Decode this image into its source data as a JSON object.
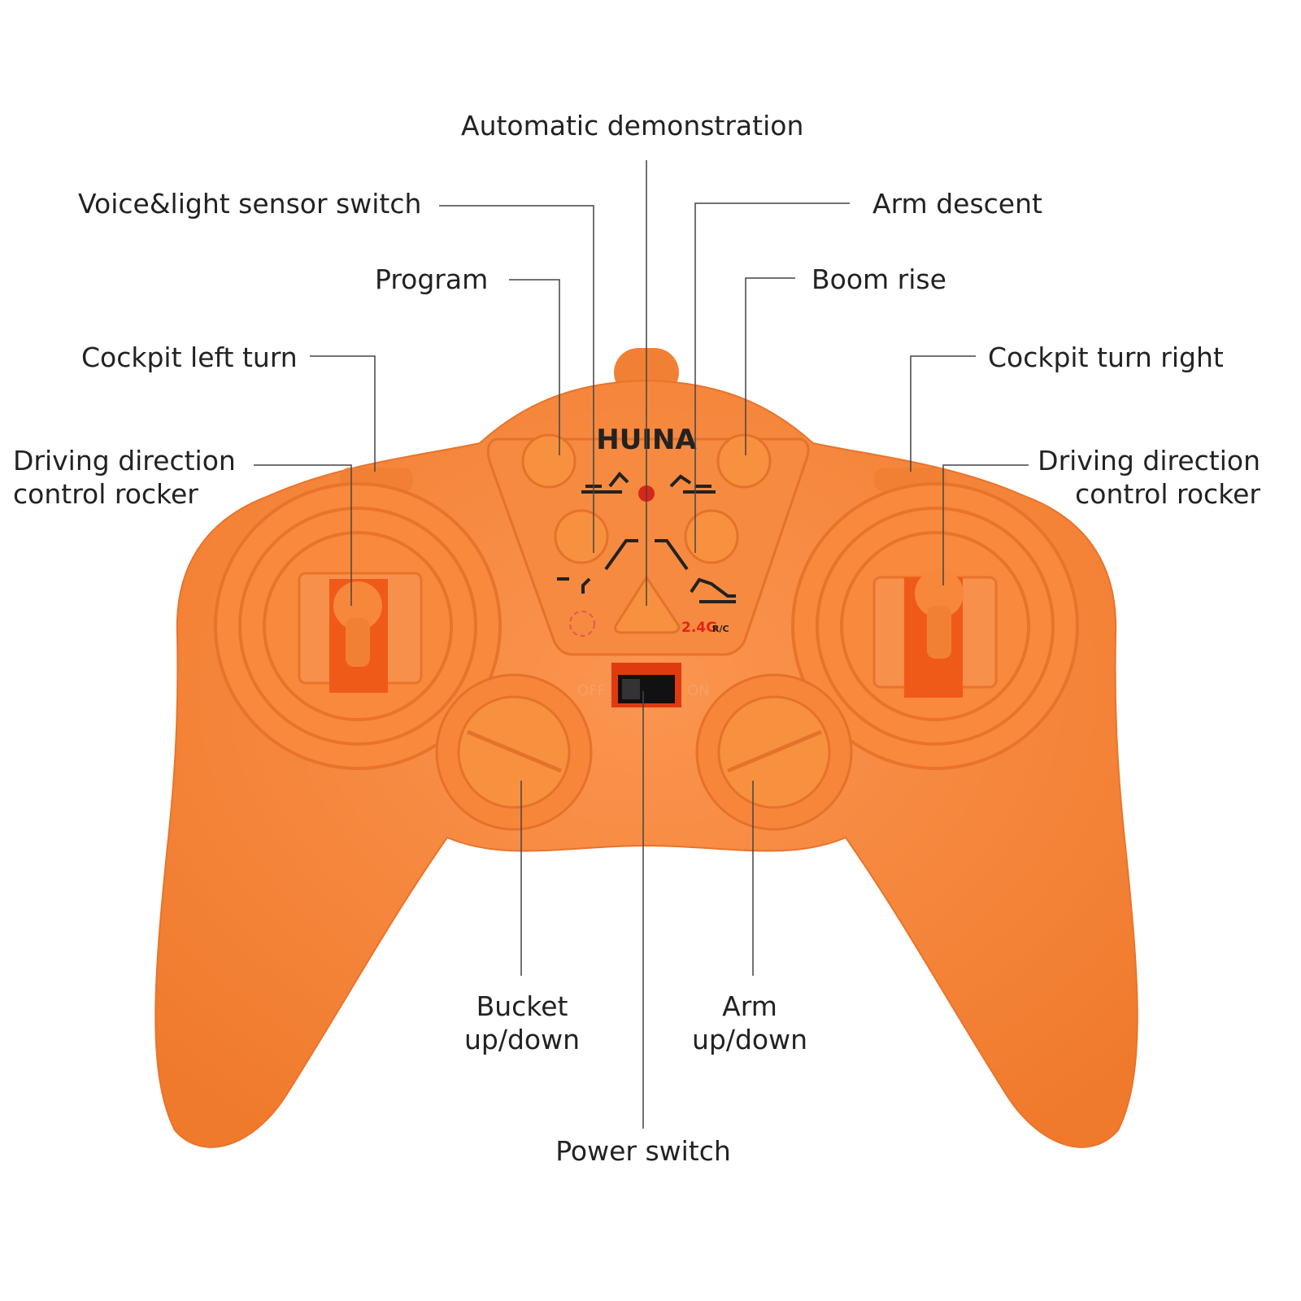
{
  "labels": {
    "auto_demo": "Automatic demonstration",
    "voice_light": "Voice&light sensor switch",
    "arm_descent": "Arm descent",
    "program": "Program",
    "boom_rise": "Boom rise",
    "cockpit_left": "Cockpit left turn",
    "cockpit_right": "Cockpit turn right",
    "drive_left_1": "Driving direction",
    "drive_left_2": "control rocker",
    "drive_right_1": "Driving direction",
    "drive_right_2": "control rocker",
    "bucket_1": "Bucket",
    "bucket_2": "up/down",
    "arm_1": "Arm",
    "arm_2": "up/down",
    "power": "Power switch"
  },
  "device": {
    "brand": "HUINA",
    "freq": "2.4G",
    "rc": "R/C",
    "off": "OFF",
    "on": "ON"
  },
  "colors": {
    "body": "#f7873a",
    "body_dark": "#e9702a",
    "line": "#444444",
    "text": "#222222"
  }
}
